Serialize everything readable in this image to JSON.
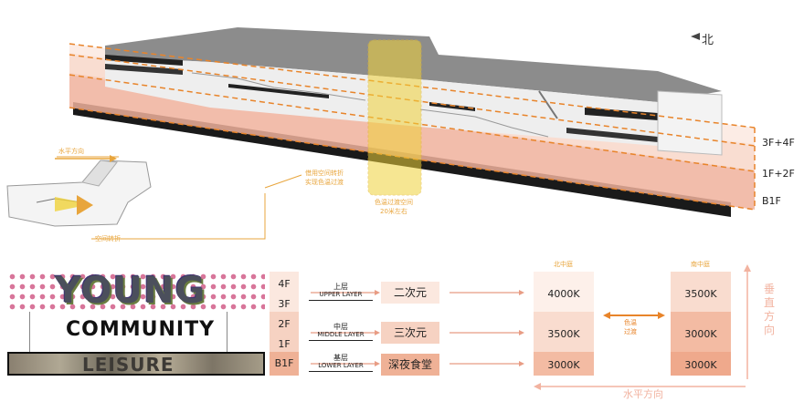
{
  "compass": {
    "north_label": "北"
  },
  "section_floor_labels": [
    "3F+4F",
    "1F+2F",
    "B1F"
  ],
  "callouts": {
    "horizontal_direction": "水平方向",
    "space_turn": "空间转折",
    "turn_gradient_line1": "借用空间转折",
    "turn_gradient_line2": "实现色温过渡",
    "transition_line1": "色温过渡空间",
    "transition_line2": "20米左右"
  },
  "bands": {
    "young": "YOUNG",
    "community": "COMMUNITY",
    "leisure": "LEISURE"
  },
  "floors": {
    "upper": [
      "4F",
      "3F"
    ],
    "middle": [
      "2F",
      "1F"
    ],
    "lower": [
      "B1F"
    ]
  },
  "layers": [
    {
      "cn": "上层",
      "en": "UPPER LAYER",
      "category": "二次元",
      "north_k": "4000K",
      "south_k": "3500K"
    },
    {
      "cn": "中层",
      "en": "MIDDLE LAYER",
      "category": "三次元",
      "north_k": "3500K",
      "south_k": "3000K"
    },
    {
      "cn": "基层",
      "en": "LOWER LAYER",
      "category": "深夜食堂",
      "north_k": "3000K",
      "south_k": "3000K"
    }
  ],
  "columns": {
    "north": "北中庭",
    "south": "南中庭"
  },
  "gradient_note": {
    "line1": "色温",
    "line2": "过渡"
  },
  "axis_labels": {
    "vertical": [
      "垂",
      "直",
      "方",
      "向"
    ],
    "horizontal": "水平方向"
  },
  "colors": {
    "orange_accent": "#e8842a",
    "peach_light": "#fbe8df",
    "peach_mid": "#f6d2c2",
    "peach_dark": "#efb196",
    "yellow_zone": "#f0d23a"
  }
}
